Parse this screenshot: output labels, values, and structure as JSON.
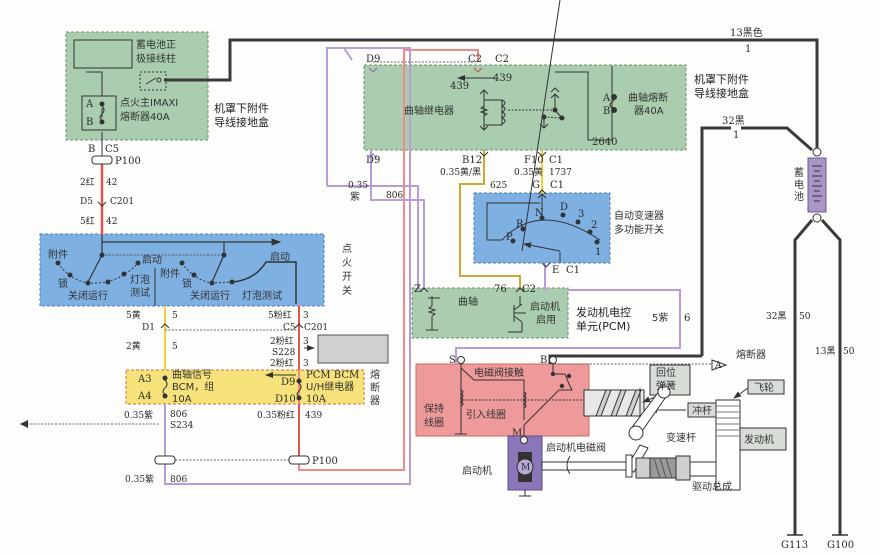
{
  "colors": {
    "green_box": "#a9cdae",
    "blue_box": "#7fb0e2",
    "yellow_box": "#f6e27a",
    "red_box": "#ee9a9a",
    "purple": "#b79cd6",
    "red_wire": "#e4534f",
    "pink_wire": "#f08a86",
    "yellow_wire": "#f1d23a",
    "olive_wire": "#c9a93a",
    "black_wire": "#3a3a3a"
  },
  "underhood_fuse_box": {
    "battery_post": "蓄电池正\n极接线柱",
    "fuse_label_1": "点火主IMAXI",
    "fuse_label_2": "熔断器40A",
    "pin_a": "A",
    "pin_b": "B",
    "box_label_1": "机罩下附件",
    "box_label_2": "导线接地盒",
    "conn_b": "B",
    "conn_c5": "C5",
    "p100": "P100",
    "wire_2red": "2红",
    "wire_2red_num": "42",
    "d5": "D5",
    "c201": "C201",
    "wire_5red": "5红",
    "wire_5red_num": "42"
  },
  "ignition_switch": {
    "label": [
      "点",
      "火",
      "开",
      "关"
    ],
    "accessory_1": "附件",
    "lock_1": "锁",
    "off_run_1": "关闭运行",
    "bulb_test_1a": "灯泡",
    "bulb_test_1b": "测试",
    "start_1": "启动",
    "accessory_2": "附件",
    "lock_2": "锁",
    "off_run_2": "关闭运行",
    "bulb_test_2": "灯泡测试",
    "start_2": "启动"
  },
  "ignition_wires": {
    "w5yellow": "5黄",
    "w5yellow_num": "5",
    "d1": "D1",
    "w2yellow": "2黄",
    "w2yellow_num": "5",
    "w5pink": "5粉红",
    "w5pink_num": "3",
    "c5": "C5",
    "c201": "C201",
    "w2pink_a": "2粉红",
    "w2pink_a_num": "3",
    "s228": "S228",
    "w2pink_b": "2粉红",
    "w2pink_b_num": "3"
  },
  "fuse_block": {
    "label": [
      "熔",
      "断",
      "器"
    ],
    "a3": "A3",
    "a4": "A4",
    "crank_1": "曲轴信号",
    "crank_2": "BCM，组",
    "crank_3": "10A",
    "d9": "D9",
    "d10": "D10",
    "pcm_1": "PCM BCM",
    "pcm_2": "U/H继电器",
    "pcm_3": "10A",
    "w035purple": "0.35紫",
    "w806": "806",
    "s234": "S234",
    "w035pink": "0.35粉红",
    "w439": "439",
    "bottom_purple": "0.35紫",
    "bottom_806": "806",
    "p100": "P100"
  },
  "crank_relay_box": {
    "d9_top": "D9",
    "c2_a": "C2",
    "c2_b": "C2",
    "n439_a": "439",
    "n439_b": "439",
    "relay_label": "曲轴继电器",
    "fuse_a": "A",
    "fuse_b": "B",
    "fuse_label_1": "曲轴熔断",
    "fuse_label_2": "器40A",
    "n2640": "2640",
    "box_label_1": "机罩下附件",
    "box_label_2": "导线接地盒",
    "d9_bot": "D9",
    "b12": "B12",
    "w035yb": "0.35黄/黑",
    "f10": "F10",
    "c1": "C1",
    "w035y": "0.35黄",
    "n1737": "1737",
    "n625": "625",
    "w035purple_1": "0.35",
    "w035purple_2": "紫",
    "n806": "806"
  },
  "trans_switch": {
    "g": "G",
    "c1_top": "C1",
    "p": "P",
    "r": "R",
    "n": "N",
    "d": "D",
    "g3": "3",
    "g2": "2",
    "g1": "1",
    "e": "E",
    "c1_bot": "C1",
    "label_1": "自动变速器",
    "label_2": "多功能开关"
  },
  "pcm": {
    "pin_left": "Z",
    "n76": "76",
    "c2": "C2",
    "crank": "曲轴",
    "start_1": "启动机",
    "start_2": "启用",
    "label_1": "发动机电控",
    "label_2": "单元(PCM)",
    "w5purple": "5紫",
    "w5purple_num": "6"
  },
  "starter": {
    "s": "S",
    "b": "B",
    "fuse_ref": "A",
    "fuse_label": "熔断器",
    "contact": "电磁阀接触",
    "hold_1": "保持",
    "hold_2": "线圈",
    "pull_in": "引入线圈",
    "m": "M",
    "return_1": "回位",
    "return_2": "弹簧",
    "plunger": "冲杆",
    "flywheel": "飞轮",
    "shift_lever": "变速杆",
    "engine": "发动机",
    "solenoid": "启动机电磁阀",
    "starter": "启动机",
    "motor": "M",
    "drive": "驱动总成"
  },
  "battery": {
    "top_wire": "13黑色",
    "top_num": "1",
    "w32": "32黑",
    "w32_num": "1",
    "label": [
      "蓄",
      "电",
      "池"
    ],
    "w32b": "32黑",
    "w32b_num": "50",
    "w13b": "13黑",
    "w13b_num": "50",
    "g113": "G113",
    "g100": "G100"
  }
}
